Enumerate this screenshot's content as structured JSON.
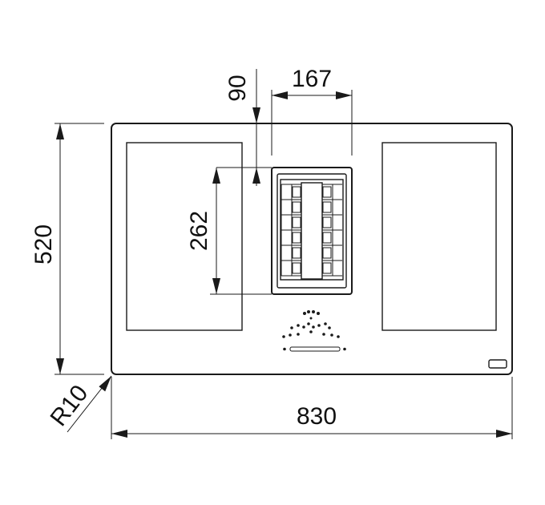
{
  "dimensions": {
    "width_label": "830",
    "height_label": "520",
    "radius_label": "R10",
    "vent_width_label": "167",
    "vent_offset_label": "90",
    "vent_height_label": "262"
  },
  "colors": {
    "line": "#1a1a1a",
    "background": "#ffffff"
  }
}
